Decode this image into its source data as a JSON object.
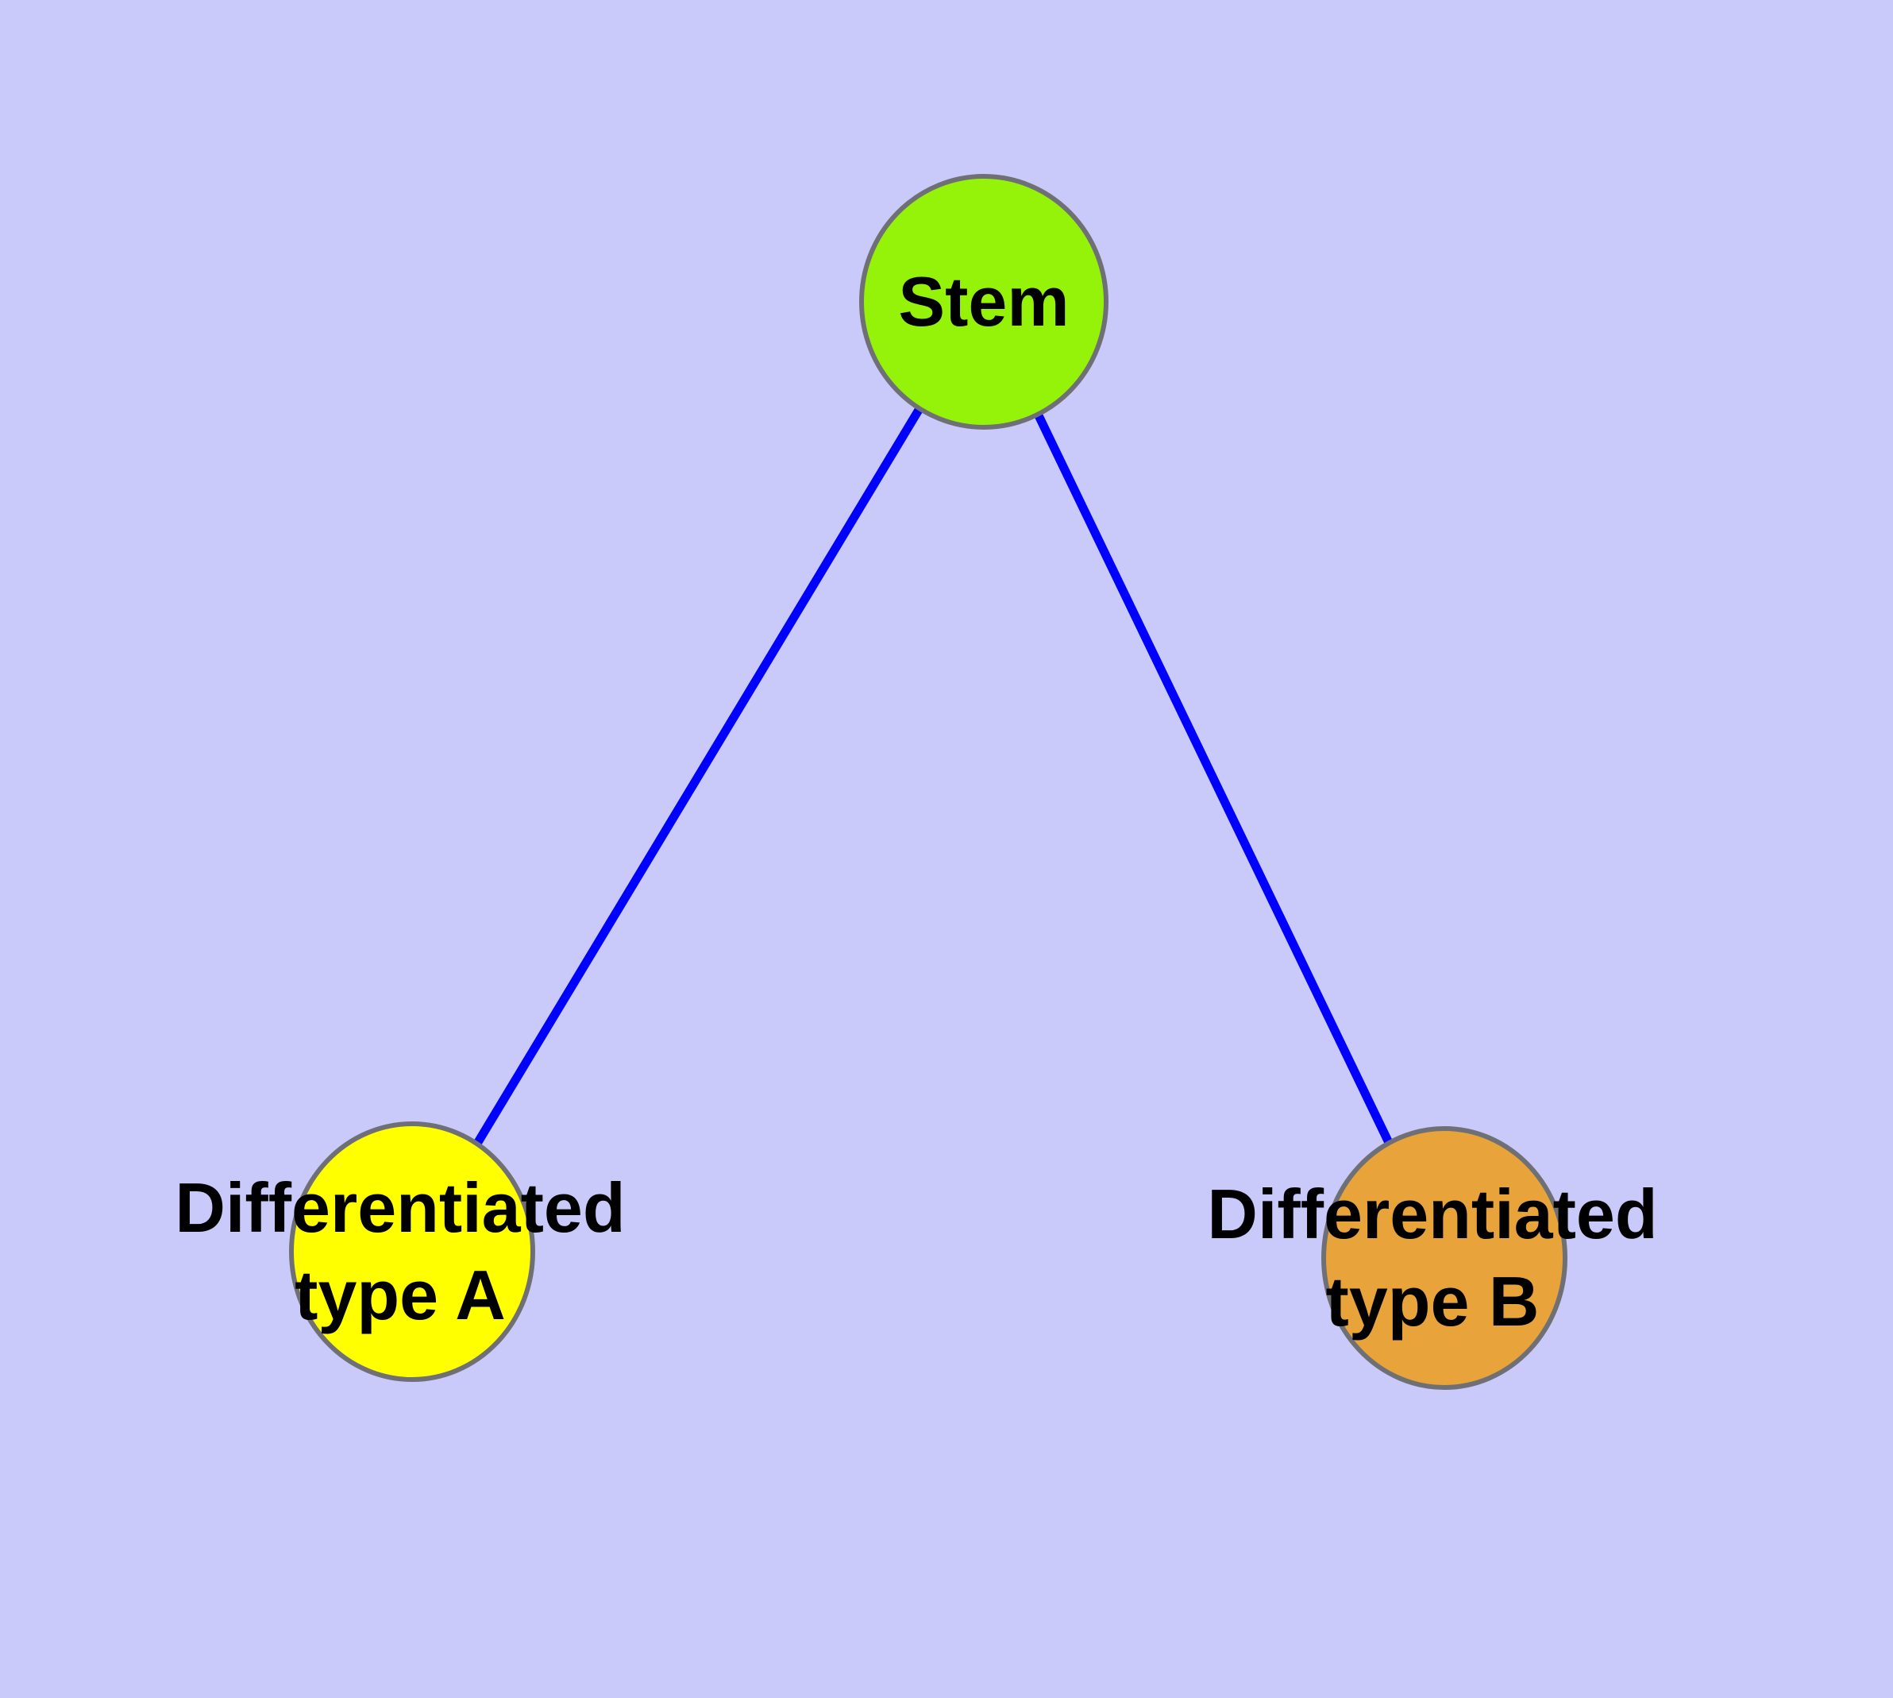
{
  "diagram": {
    "background_color": "#c9c9fa",
    "edge_color": "#0000ff",
    "node_border_color": "#6f7076",
    "label_color": "#000000",
    "nodes": [
      {
        "id": "stem",
        "lines": [
          "Stem"
        ],
        "fill": "#95f30a"
      },
      {
        "id": "differentiated-type-a",
        "lines": [
          "Differentiated",
          "type A"
        ],
        "fill": "#ffff00"
      },
      {
        "id": "differentiated-type-b",
        "lines": [
          "Differentiated",
          "type B"
        ],
        "fill": "#e8a33a"
      }
    ],
    "edges": [
      {
        "from": "stem",
        "to": "differentiated-type-a"
      },
      {
        "from": "stem",
        "to": "differentiated-type-b"
      }
    ]
  }
}
